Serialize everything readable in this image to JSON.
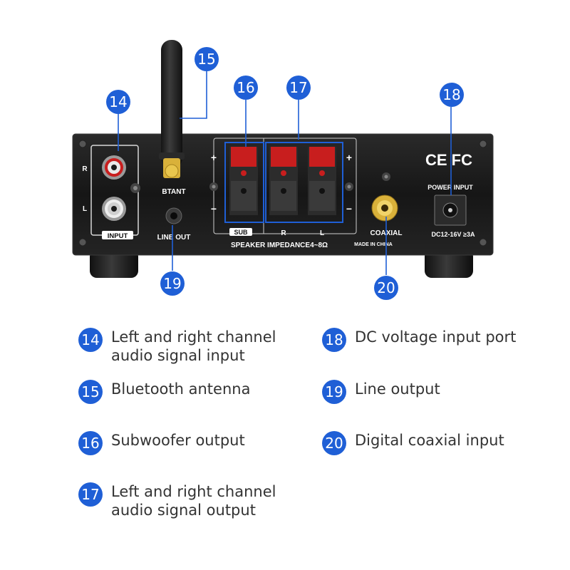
{
  "device": {
    "antenna_label": "BTANT",
    "input_label": "INPUT",
    "channel_r": "R",
    "channel_l": "L",
    "line_out_label": "LINE OUT",
    "sub_label": "SUB",
    "speaker_r": "R",
    "speaker_l": "L",
    "speaker_impedance": "SPEAKER IMPEDANCE4~8Ω",
    "coaxial_label": "COAXIAL",
    "made_in": "MADE IN CHINA",
    "cert_marks": "CE FC",
    "power_input_label": "POWER INPUT",
    "power_spec": "DC12-16V ≥3A",
    "plus": "+",
    "minus": "−"
  },
  "callouts": [
    {
      "number": "14",
      "lines": [
        "Left and right channel",
        "audio signal input"
      ]
    },
    {
      "number": "15",
      "lines": [
        "Bluetooth antenna"
      ]
    },
    {
      "number": "16",
      "lines": [
        "Subwoofer output"
      ]
    },
    {
      "number": "17",
      "lines": [
        "Left and right channel",
        "audio signal output"
      ]
    },
    {
      "number": "18",
      "lines": [
        "DC voltage input port"
      ]
    },
    {
      "number": "19",
      "lines": [
        "Line output"
      ]
    },
    {
      "number": "20",
      "lines": [
        "Digital coaxial input"
      ]
    }
  ],
  "colors": {
    "badge": "#1f5fd6",
    "panel": "#1b1b1b",
    "terminal_red": "#c81e1e",
    "gold": "#d9b13a",
    "frame_blue": "#1f5fd6"
  }
}
